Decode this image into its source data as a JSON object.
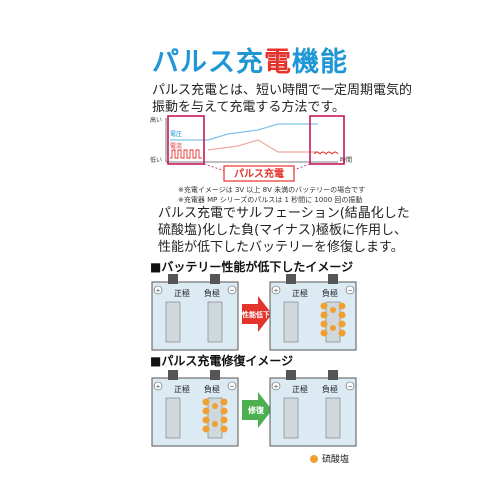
{
  "title": {
    "part1": "パルス充",
    "part2": "電",
    "part3": "機能"
  },
  "intro": {
    "line1": "パルス充電とは、短い時間で一定周期電気的",
    "line2": "振動を与えて充電する方法です。"
  },
  "chart": {
    "high_label": "高い",
    "low_label": "低い",
    "voltage_label": "電圧",
    "current_label": "電流",
    "time_label": "時間",
    "banner": "パルス充電",
    "colors": {
      "voltage": "#1f97d4",
      "current": "#e4322c",
      "box": "#c2185b",
      "banner": "#e4322c"
    }
  },
  "notes": [
    "※充電イメージは 3V 以上 8V 未満のバッテリーの場合です",
    "※充電器 MP シリーズのパルスは 1 秒間に 1000 回の振動"
  ],
  "explain": {
    "line1": "パルス充電でサルフェーション(結晶化した",
    "line2": "硫酸塩)化した負(マイナス)極板に作用し、",
    "line3": "性能が低下したバッテリーを修復します。"
  },
  "section1": {
    "heading": "■バッテリー性能が低下したイメージ",
    "arrow_label": "性能低下",
    "arrow_color": "#e4322c"
  },
  "section2": {
    "heading": "■パルス充電修復イメージ",
    "arrow_label": "修復",
    "arrow_color": "#4caf50"
  },
  "battery": {
    "positive_label": "正極",
    "negative_label": "負極",
    "plus_sign": "+",
    "minus_sign": "−"
  },
  "legend": {
    "label": "硫酸塩",
    "color": "#f0a030"
  }
}
